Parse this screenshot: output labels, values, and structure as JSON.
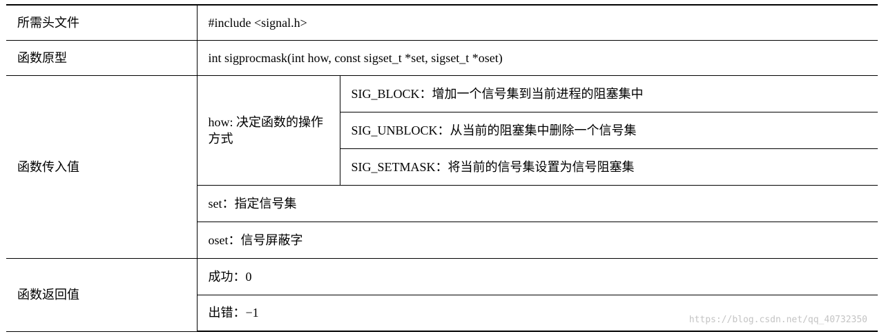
{
  "rows": {
    "header_file": {
      "label": "所需头文件",
      "value": "#include <signal.h>"
    },
    "prototype": {
      "label": "函数原型",
      "value": "int sigprocmask(int how, const sigset_t *set, sigset_t *oset)"
    },
    "params": {
      "label": "函数传入值",
      "how_label": "how: 决定函数的操作方式",
      "how_options": [
        "SIG_BLOCK：增加一个信号集到当前进程的阻塞集中",
        "SIG_UNBLOCK：从当前的阻塞集中删除一个信号集",
        "SIG_SETMASK：将当前的信号集设置为信号阻塞集"
      ],
      "set": "set：指定信号集",
      "oset": "oset：信号屏蔽字"
    },
    "return_value": {
      "label": "函数返回值",
      "success": "成功：0",
      "error": "出错：−1"
    }
  },
  "watermark": "https://blog.csdn.net/qq_40732350"
}
